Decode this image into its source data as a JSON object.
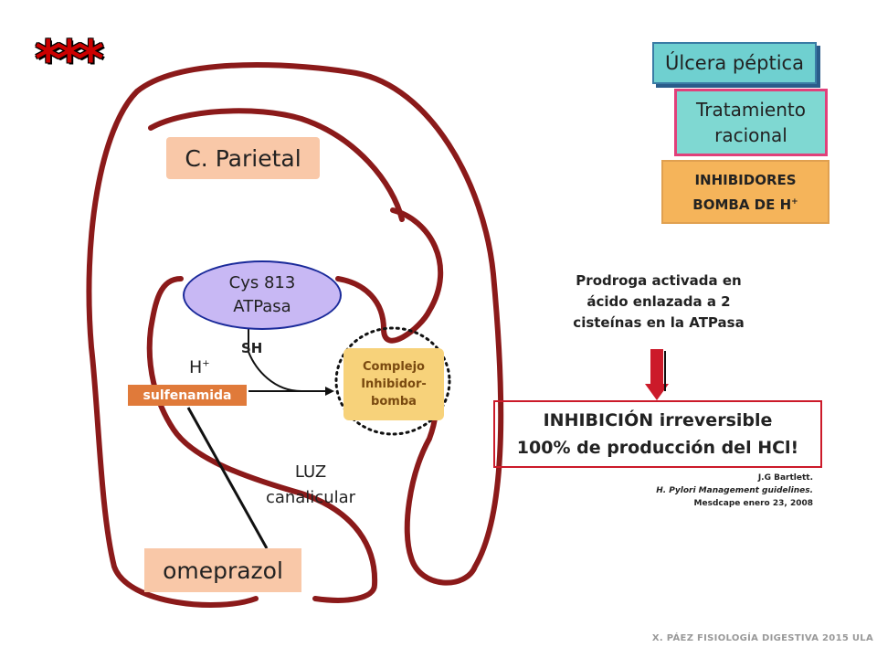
{
  "header": {
    "stars": "***"
  },
  "top_right": {
    "ulcera": "Úlcera péptica",
    "tratamiento_line1": "Tratamiento",
    "tratamiento_line2": "racional",
    "inhibidores_line1": "INHIBIDORES",
    "inhibidores_line2": "BOMBA DE H",
    "inhibidores_sup": "+"
  },
  "cell": {
    "parietal": "C. Parietal",
    "cys_line1": "Cys 813",
    "cys_line2": "ATPasa",
    "sh": "SH",
    "hplus": "H",
    "hplus_sup": "+",
    "sulfenamida": "sulfenamida",
    "complejo_line1": "Complejo",
    "complejo_line2": "Inhibidor-",
    "complejo_line3": "bomba",
    "luz_line1": "LUZ",
    "luz_line2": "canalicular",
    "omeprazol": "omeprazol"
  },
  "right_panel": {
    "prodroga_line1": "Prodroga activada en",
    "prodroga_line2": "ácido enlazada a 2",
    "prodroga_line3": "cisteínas en la ATPasa",
    "inhibicion_line1": "INHIBICIÓN irreversible",
    "inhibicion_line2": "100% de producción del HCl!",
    "ref_line1": "J.G Bartlett.",
    "ref_line2": "H. Pylori Management guidelines.",
    "ref_line3": "Mesdcape enero 23, 2008"
  },
  "footer": "X. PÁEZ  FISIOLOGÍA DIGESTIVA 2015 ULA",
  "colors": {
    "membrane": "#8b1a1a",
    "arrow_red": "#cc1a2a",
    "ulcera_bg": "#6fd0d0",
    "tratamiento_border": "#e0407a",
    "inhibidores_bg": "#f5b45a",
    "sulfenamida_bg": "#e07a3a",
    "complejo_bg": "#f7d27a",
    "atpasa_bg": "#c8b8f4"
  }
}
